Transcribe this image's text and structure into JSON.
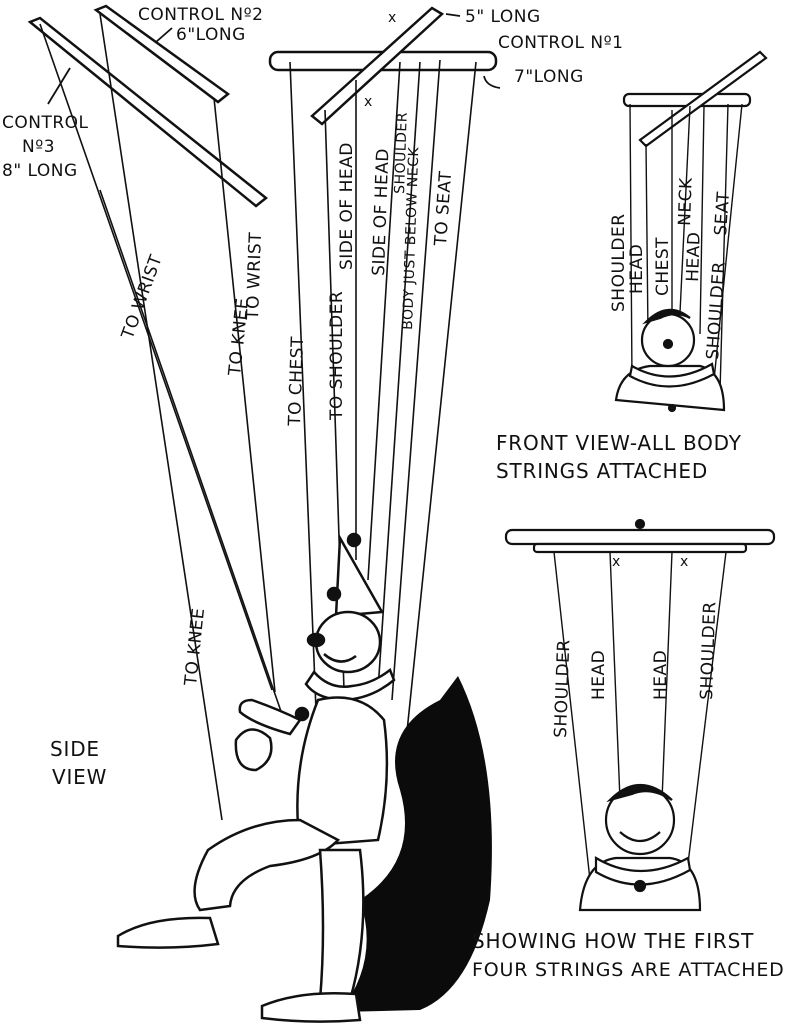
{
  "control_labels": {
    "control2_name": "CONTROL Nº2",
    "control2_len": "6\"LONG",
    "control1_len": "5\" LONG",
    "control1_name": "CONTROL Nº1",
    "control1_bar_len": "7\"LONG",
    "control3_line1": "CONTROL",
    "control3_line2": "Nº3",
    "control3_line3": "8\" LONG",
    "x_mark": "x"
  },
  "side_view": {
    "caption_line1": "SIDE",
    "caption_line2": "VIEW",
    "strings": {
      "to_wrist_left": "TO WRIST",
      "to_knee_upper": "TO KNEE",
      "to_wrist_right": "TO WRIST",
      "to_chest": "TO CHEST",
      "to_shoulder": "TO SHOULDER",
      "side_of_head_1": "SIDE OF HEAD",
      "side_of_head_2": "SIDE OF HEAD",
      "shoulder": "SHOULDER",
      "body_just_below_neck": "BODY JUST BELOW NECK",
      "to_seat": "TO SEAT",
      "to_knee_lower": "TO KNEE"
    }
  },
  "front_view": {
    "caption_line1": "FRONT VIEW-ALL BODY",
    "caption_line2": "STRINGS ATTACHED",
    "strings": {
      "shoulder": "SHOULDER",
      "head": "HEAD",
      "chest": "CHEST",
      "neck": "NECK",
      "head2": "HEAD",
      "seat": "SEAT",
      "shoulder2": "SHOULDER"
    }
  },
  "first_four_view": {
    "caption_line1": "SHOWING HOW THE FIRST",
    "caption_line2": "FOUR STRINGS ARE ATTACHED",
    "strings": {
      "shoulder_left": "SHOULDER",
      "head_left": "HEAD",
      "head_right": "HEAD",
      "shoulder_right": "SHOULDER"
    }
  }
}
